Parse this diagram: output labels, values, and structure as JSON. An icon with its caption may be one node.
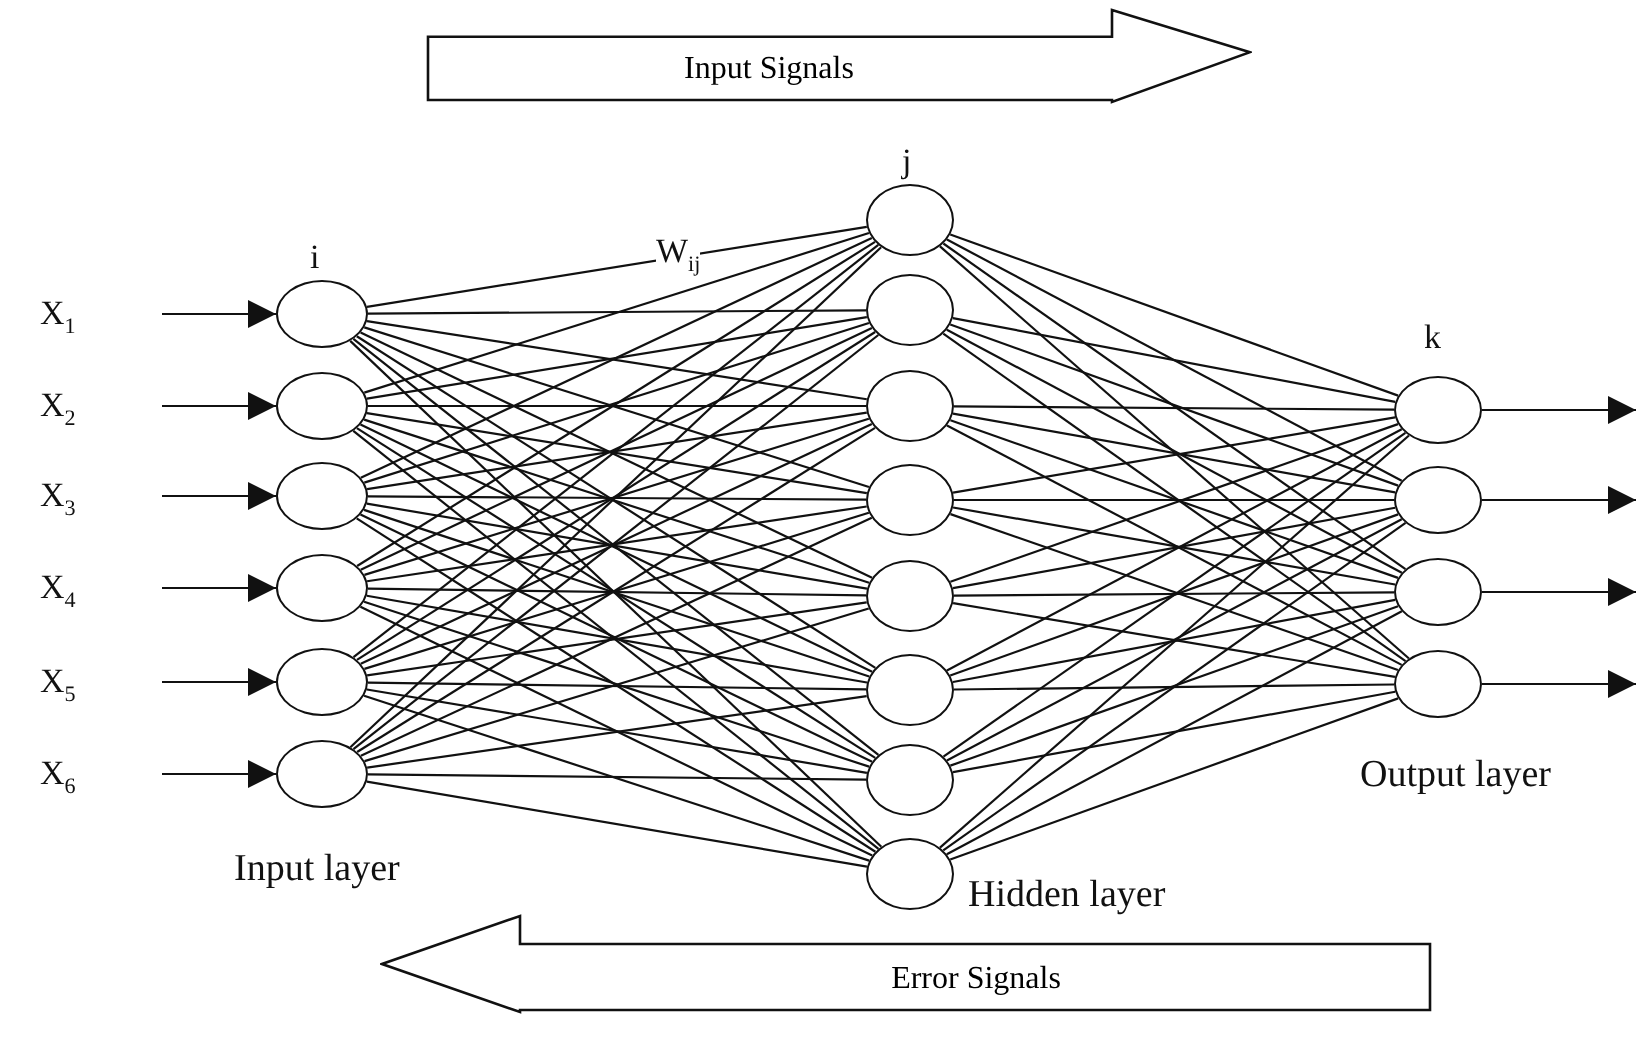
{
  "diagram": {
    "nodes": [
      {
        "text": [
          "Input Signals"
        ]
      },
      {
        "text": [
          "X$_{1}$"
        ]
      },
      {
        "text": [
          "X$_{2}$"
        ]
      },
      {
        "text": [
          "X$_{3}$"
        ]
      },
      {
        "text": [
          "X$_{4}$"
        ]
      },
      {
        "text": [
          "X$_{5}$"
        ]
      },
      {
        "text": [
          "X$_{6}$"
        ]
      },
      {
        "text": [],
        "shape": "circle"
      },
      {
        "text": [],
        "shape": "circle"
      },
      {
        "text": [],
        "shape": "circle"
      },
      {
        "text": [],
        "shape": "circle"
      },
      {
        "text": [],
        "shape": "circle"
      },
      {
        "text": [],
        "shape": "circle"
      },
      {
        "text": [],
        "shape": "circle"
      },
      {
        "text": [],
        "shape": "circle"
      },
      {
        "text": [],
        "shape": "circle"
      },
      {
        "text": [],
        "shape": "circle"
      },
      {
        "text": [],
        "shape": "circle"
      },
      {
        "text": [],
        "shape": "circle"
      },
      {
        "text": [],
        "shape": "circle"
      },
      {
        "text": [],
        "shape": "circle"
      },
      {
        "text": [],
        "shape": "circle"
      },
      {
        "text": [],
        "shape": "circle"
      },
      {
        "text": [],
        "shape": "circle"
      },
      {
        "text": [],
        "shape": "circle"
      },
      {
        "text": [
          "Error Signals"
        ]
      }
    ],
    "edges": [
      {
        "from": 1,
        "to": 7,
        "arrow": "to"
      },
      {
        "from": 2,
        "to": 8,
        "arrow": "to"
      },
      {
        "from": 3,
        "to": 9,
        "arrow": "to"
      },
      {
        "from": 4,
        "to": 10,
        "arrow": "to"
      },
      {
        "from": 5,
        "to": 11,
        "arrow": "to"
      },
      {
        "from": 6,
        "to": 12,
        "arrow": "to"
      },
      {
        "from": 7,
        "to": 13,
        "arrow": "none"
      },
      {
        "from": 7,
        "to": 14,
        "arrow": "none"
      },
      {
        "from": 7,
        "to": 15,
        "arrow": "none"
      },
      {
        "from": 7,
        "to": 16,
        "arrow": "none"
      },
      {
        "from": 7,
        "to": 17,
        "arrow": "none"
      },
      {
        "from": 7,
        "to": 18,
        "arrow": "none"
      },
      {
        "from": 7,
        "to": 19,
        "arrow": "none"
      },
      {
        "from": 7,
        "to": 20,
        "arrow": "none"
      },
      {
        "from": 8,
        "to": 13,
        "arrow": "none"
      },
      {
        "from": 8,
        "to": 14,
        "arrow": "none"
      },
      {
        "from": 8,
        "to": 15,
        "arrow": "none"
      },
      {
        "from": 8,
        "to": 16,
        "arrow": "none"
      },
      {
        "from": 8,
        "to": 17,
        "arrow": "none"
      },
      {
        "from": 8,
        "to": 18,
        "arrow": "none"
      },
      {
        "from": 8,
        "to": 19,
        "arrow": "none"
      },
      {
        "from": 8,
        "to": 20,
        "arrow": "none"
      },
      {
        "from": 9,
        "to": 13,
        "arrow": "none"
      },
      {
        "from": 9,
        "to": 14,
        "arrow": "none"
      },
      {
        "from": 9,
        "to": 15,
        "arrow": "none"
      },
      {
        "from": 9,
        "to": 16,
        "arrow": "none"
      },
      {
        "from": 9,
        "to": 17,
        "arrow": "none"
      },
      {
        "from": 9,
        "to": 18,
        "arrow": "none"
      },
      {
        "from": 9,
        "to": 19,
        "arrow": "none"
      },
      {
        "from": 9,
        "to": 20,
        "arrow": "none"
      },
      {
        "from": 10,
        "to": 13,
        "arrow": "none"
      },
      {
        "from": 10,
        "to": 14,
        "arrow": "none"
      },
      {
        "from": 10,
        "to": 15,
        "arrow": "none"
      },
      {
        "from": 10,
        "to": 16,
        "arrow": "none"
      },
      {
        "from": 10,
        "to": 17,
        "arrow": "none"
      },
      {
        "from": 10,
        "to": 18,
        "arrow": "none"
      },
      {
        "from": 10,
        "to": 19,
        "arrow": "none"
      },
      {
        "from": 10,
        "to": 20,
        "arrow": "none"
      },
      {
        "from": 11,
        "to": 13,
        "arrow": "none"
      },
      {
        "from": 11,
        "to": 14,
        "arrow": "none"
      },
      {
        "from": 11,
        "to": 15,
        "arrow": "none"
      },
      {
        "from": 11,
        "to": 16,
        "arrow": "none"
      },
      {
        "from": 11,
        "to": 17,
        "arrow": "none"
      },
      {
        "from": 11,
        "to": 18,
        "arrow": "none"
      },
      {
        "from": 11,
        "to": 19,
        "arrow": "none"
      },
      {
        "from": 11,
        "to": 20,
        "arrow": "none"
      },
      {
        "from": 12,
        "to": 13,
        "arrow": "none"
      },
      {
        "from": 12,
        "to": 14,
        "arrow": "none"
      },
      {
        "from": 12,
        "to": 15,
        "arrow": "none"
      },
      {
        "from": 12,
        "to": 16,
        "arrow": "none"
      },
      {
        "from": 12,
        "to": 17,
        "arrow": "none"
      },
      {
        "from": 12,
        "to": 18,
        "arrow": "none"
      },
      {
        "from": 12,
        "to": 19,
        "arrow": "none"
      },
      {
        "from": 12,
        "to": 20,
        "arrow": "none"
      },
      {
        "from": 13,
        "to": 21,
        "arrow": "none"
      },
      {
        "from": 13,
        "to": 22,
        "arrow": "none"
      },
      {
        "from": 13,
        "to": 23,
        "arrow": "none"
      },
      {
        "from": 13,
        "to": 24,
        "arrow": "none"
      },
      {
        "from": 14,
        "to": 21,
        "arrow": "none"
      },
      {
        "from": 14,
        "to": 22,
        "arrow": "none"
      },
      {
        "from": 14,
        "to": 23,
        "arrow": "none"
      },
      {
        "from": 14,
        "to": 24,
        "arrow": "none"
      },
      {
        "from": 15,
        "to": 21,
        "arrow": "none"
      },
      {
        "from": 15,
        "to": 22,
        "arrow": "none"
      },
      {
        "from": 15,
        "to": 23,
        "arrow": "none"
      },
      {
        "from": 15,
        "to": 24,
        "arrow": "none"
      },
      {
        "from": 16,
        "to": 21,
        "arrow": "none"
      },
      {
        "from": 16,
        "to": 22,
        "arrow": "none"
      },
      {
        "from": 16,
        "to": 23,
        "arrow": "none"
      },
      {
        "from": 16,
        "to": 24,
        "arrow": "none"
      },
      {
        "from": 17,
        "to": 21,
        "arrow": "none"
      },
      {
        "from": 17,
        "to": 22,
        "arrow": "none"
      },
      {
        "from": 17,
        "to": 23,
        "arrow": "none"
      },
      {
        "from": 17,
        "to": 24,
        "arrow": "none"
      },
      {
        "from": 18,
        "to": 21,
        "arrow": "none"
      },
      {
        "from": 18,
        "to": 22,
        "arrow": "none"
      },
      {
        "from": 18,
        "to": 23,
        "arrow": "none"
      },
      {
        "from": 18,
        "to": 24,
        "arrow": "none"
      },
      {
        "from": 19,
        "to": 21,
        "arrow": "none"
      },
      {
        "from": 19,
        "to": 22,
        "arrow": "none"
      },
      {
        "from": 19,
        "to": 23,
        "arrow": "none"
      },
      {
        "from": 19,
        "to": 24,
        "arrow": "none"
      },
      {
        "from": 20,
        "to": 21,
        "arrow": "none"
      },
      {
        "from": 20,
        "to": 22,
        "arrow": "none"
      },
      {
        "from": 20,
        "to": 23,
        "arrow": "none"
      },
      {
        "from": 20,
        "to": 24,
        "arrow": "none"
      },
      {
        "from": 21,
        "to": null,
        "arrow": "to"
      },
      {
        "from": 22,
        "to": null,
        "arrow": "to"
      },
      {
        "from": 23,
        "to": null,
        "arrow": "to"
      },
      {
        "from": 24,
        "to": null,
        "arrow": "to"
      }
    ],
    "labels": [
      "j",
      "i",
      "W$_{ij}$",
      "k",
      "Output layer",
      "Input layer",
      "Hidden layer"
    ]
  }
}
